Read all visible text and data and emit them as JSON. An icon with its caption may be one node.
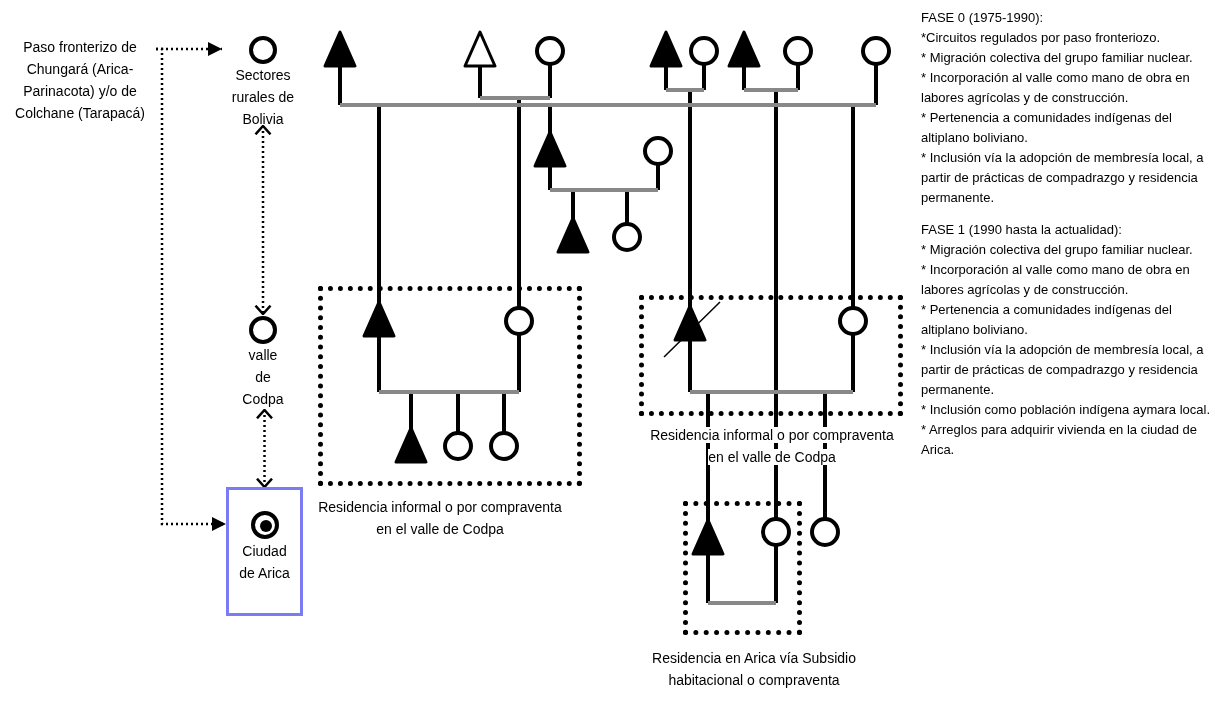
{
  "diagram": {
    "nodes": [
      {
        "text": [
          "Paso fronterizo de Chungará (Arica-Parinacota) y/o de Colchane (Tarapacá)"
        ]
      },
      {
        "text": [
          "Sectores rurales de Bolivia"
        ]
      },
      {
        "text": [
          "valle de Codpa"
        ]
      },
      {
        "text": [
          "Ciudad de Arica"
        ]
      },
      {
        "text": [],
        "shape": "box",
        "beside": [
          "Residencia informal o por compraventa en el valle de Codpa"
        ]
      },
      {
        "text": [],
        "shape": "box",
        "beside": [
          "Residencia informal o por compraventa en el valle de Codpa"
        ]
      },
      {
        "text": [],
        "shape": "box",
        "beside": [
          "Residencia en Arica vía Subsidio habitacional o compraventa"
        ]
      }
    ],
    "edges": [
      {
        "from": 0,
        "to": 1,
        "arrow": "to",
        "style": "dashed"
      },
      {
        "from": 0,
        "to": 3,
        "arrow": "to",
        "style": "dashed"
      },
      {
        "from": 1,
        "to": 2,
        "arrow": "both",
        "style": "dashed"
      },
      {
        "from": 2,
        "to": 3,
        "arrow": "both",
        "style": "dashed"
      }
    ],
    "labels": [
      "FASE 0 (1975-1990):",
      "*Circuitos regulados por paso fronteriozo.",
      "* Migración colectiva del grupo familiar nuclear.",
      "* Incorporación al valle como mano de obra en labores agrícolas y de construcción.",
      "* Pertenencia a comunidades indígenas del altiplano boliviano.",
      "* Inclusión vía la adopción de membresía local, a partir de prácticas de compadrazgo y residencia permanente.",
      "FASE 1 (1990 hasta la actualidad):",
      "* Migración colectiva del grupo familiar nuclear.",
      "* Incorporación al valle como mano de obra en labores agrícolas y de construcción.",
      "* Pertenencia a comunidades indígenas del altiplano boliviano.",
      "* Inclusión vía la adopción de membresía local, a partir de prácticas de compadrazgo y residencia permanente.",
      "* Inclusión como población indígena aymara local.",
      "* Arreglos para adquirir vivienda en la ciudad de Arica."
    ]
  }
}
